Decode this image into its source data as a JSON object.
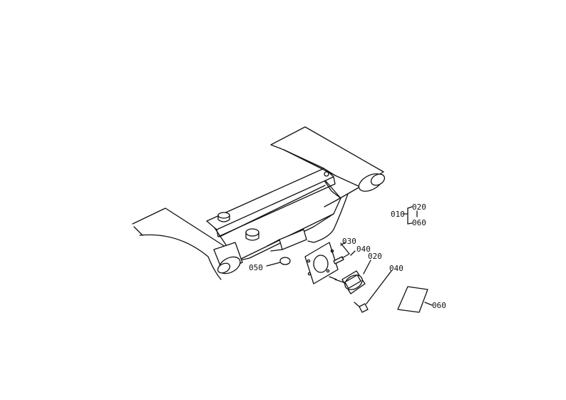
{
  "labels": {
    "p010": "010",
    "p020_group": "020",
    "p060_group": "060",
    "p030": "030",
    "p040_a": "040",
    "p020": "020",
    "p040_b": "040",
    "p050": "050",
    "p060": "060"
  }
}
